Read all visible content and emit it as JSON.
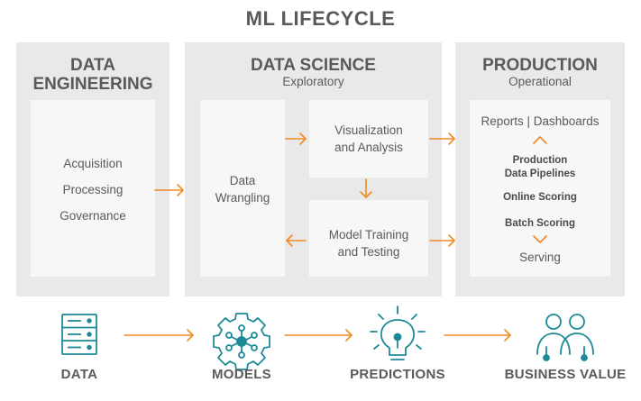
{
  "title": "ML LIFECYCLE",
  "panels": {
    "engineering": {
      "title_line1": "DATA",
      "title_line2": "ENGINEERING",
      "items": [
        "Acquisition",
        "Processing",
        "Governance"
      ]
    },
    "science": {
      "title": "DATA SCIENCE",
      "subtitle": "Exploratory",
      "wrangling": [
        "Data",
        "Wrangling"
      ],
      "visualization": [
        "Visualization",
        "and Analysis"
      ],
      "training": [
        "Model Training",
        "and Testing"
      ]
    },
    "production": {
      "title": "PRODUCTION",
      "subtitle": "Operational",
      "reports": "Reports | Dashboards",
      "pipelines": [
        "Production",
        "Data Pipelines"
      ],
      "online": "Online Scoring",
      "batch": "Batch Scoring",
      "serving": "Serving"
    }
  },
  "bottom": {
    "data": "DATA",
    "models": "MODELS",
    "predictions": "PREDICTIONS",
    "business": "BUSINESS VALUE"
  },
  "colors": {
    "accent": "#f08a24",
    "icon": "#1c8a96",
    "panel": "#e9e9e9",
    "card": "#f7f7f7",
    "text": "#5a5a5a"
  }
}
